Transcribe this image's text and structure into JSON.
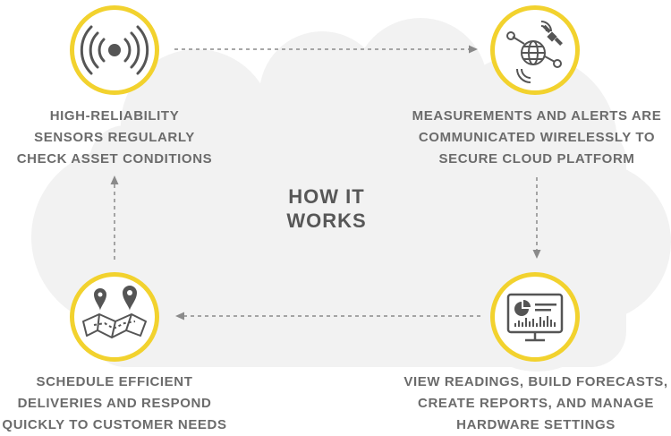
{
  "title_lines": [
    "HOW IT",
    "WORKS"
  ],
  "steps": {
    "sensors": {
      "icon": "wireless-signal-icon",
      "lines": [
        "HIGH-RELIABILITY",
        "SENSORS REGULARLY",
        "CHECK ASSET CONDITIONS"
      ]
    },
    "cloud": {
      "icon": "satellite-globe-icon",
      "lines": [
        "MEASUREMENTS AND ALERTS ARE",
        "COMMUNICATED WIRELESSLY TO",
        "SECURE CLOUD PLATFORM"
      ]
    },
    "dashboard": {
      "icon": "monitor-analytics-icon",
      "lines": [
        "VIEW READINGS, BUILD FORECASTS,",
        "CREATE REPORTS, AND MANAGE",
        "HARDWARE SETTINGS"
      ]
    },
    "deliveries": {
      "icon": "map-pins-icon",
      "lines": [
        "SCHEDULE EFFICIENT",
        "DELIVERIES AND RESPOND",
        "QUICKLY TO CUSTOMER NEEDS"
      ]
    }
  },
  "colors": {
    "accent": "#f2d22e",
    "text": "#6b6b6b",
    "cloud": "#f2f2f2",
    "icon": "#555555",
    "arrow": "#8a8a8a"
  }
}
